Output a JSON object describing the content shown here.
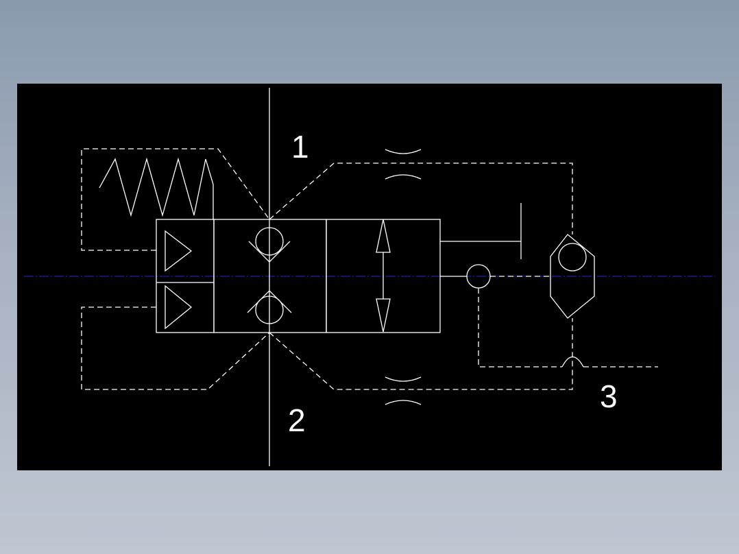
{
  "labels": {
    "port_1": "1",
    "port_2": "2",
    "port_3": "3"
  },
  "colors": {
    "background": "#000000",
    "line": "#ffffff",
    "centerline": "#1a2bd8",
    "frame_gradient_top": "#8a9aae",
    "frame_gradient_bottom": "#c0c6d2"
  }
}
